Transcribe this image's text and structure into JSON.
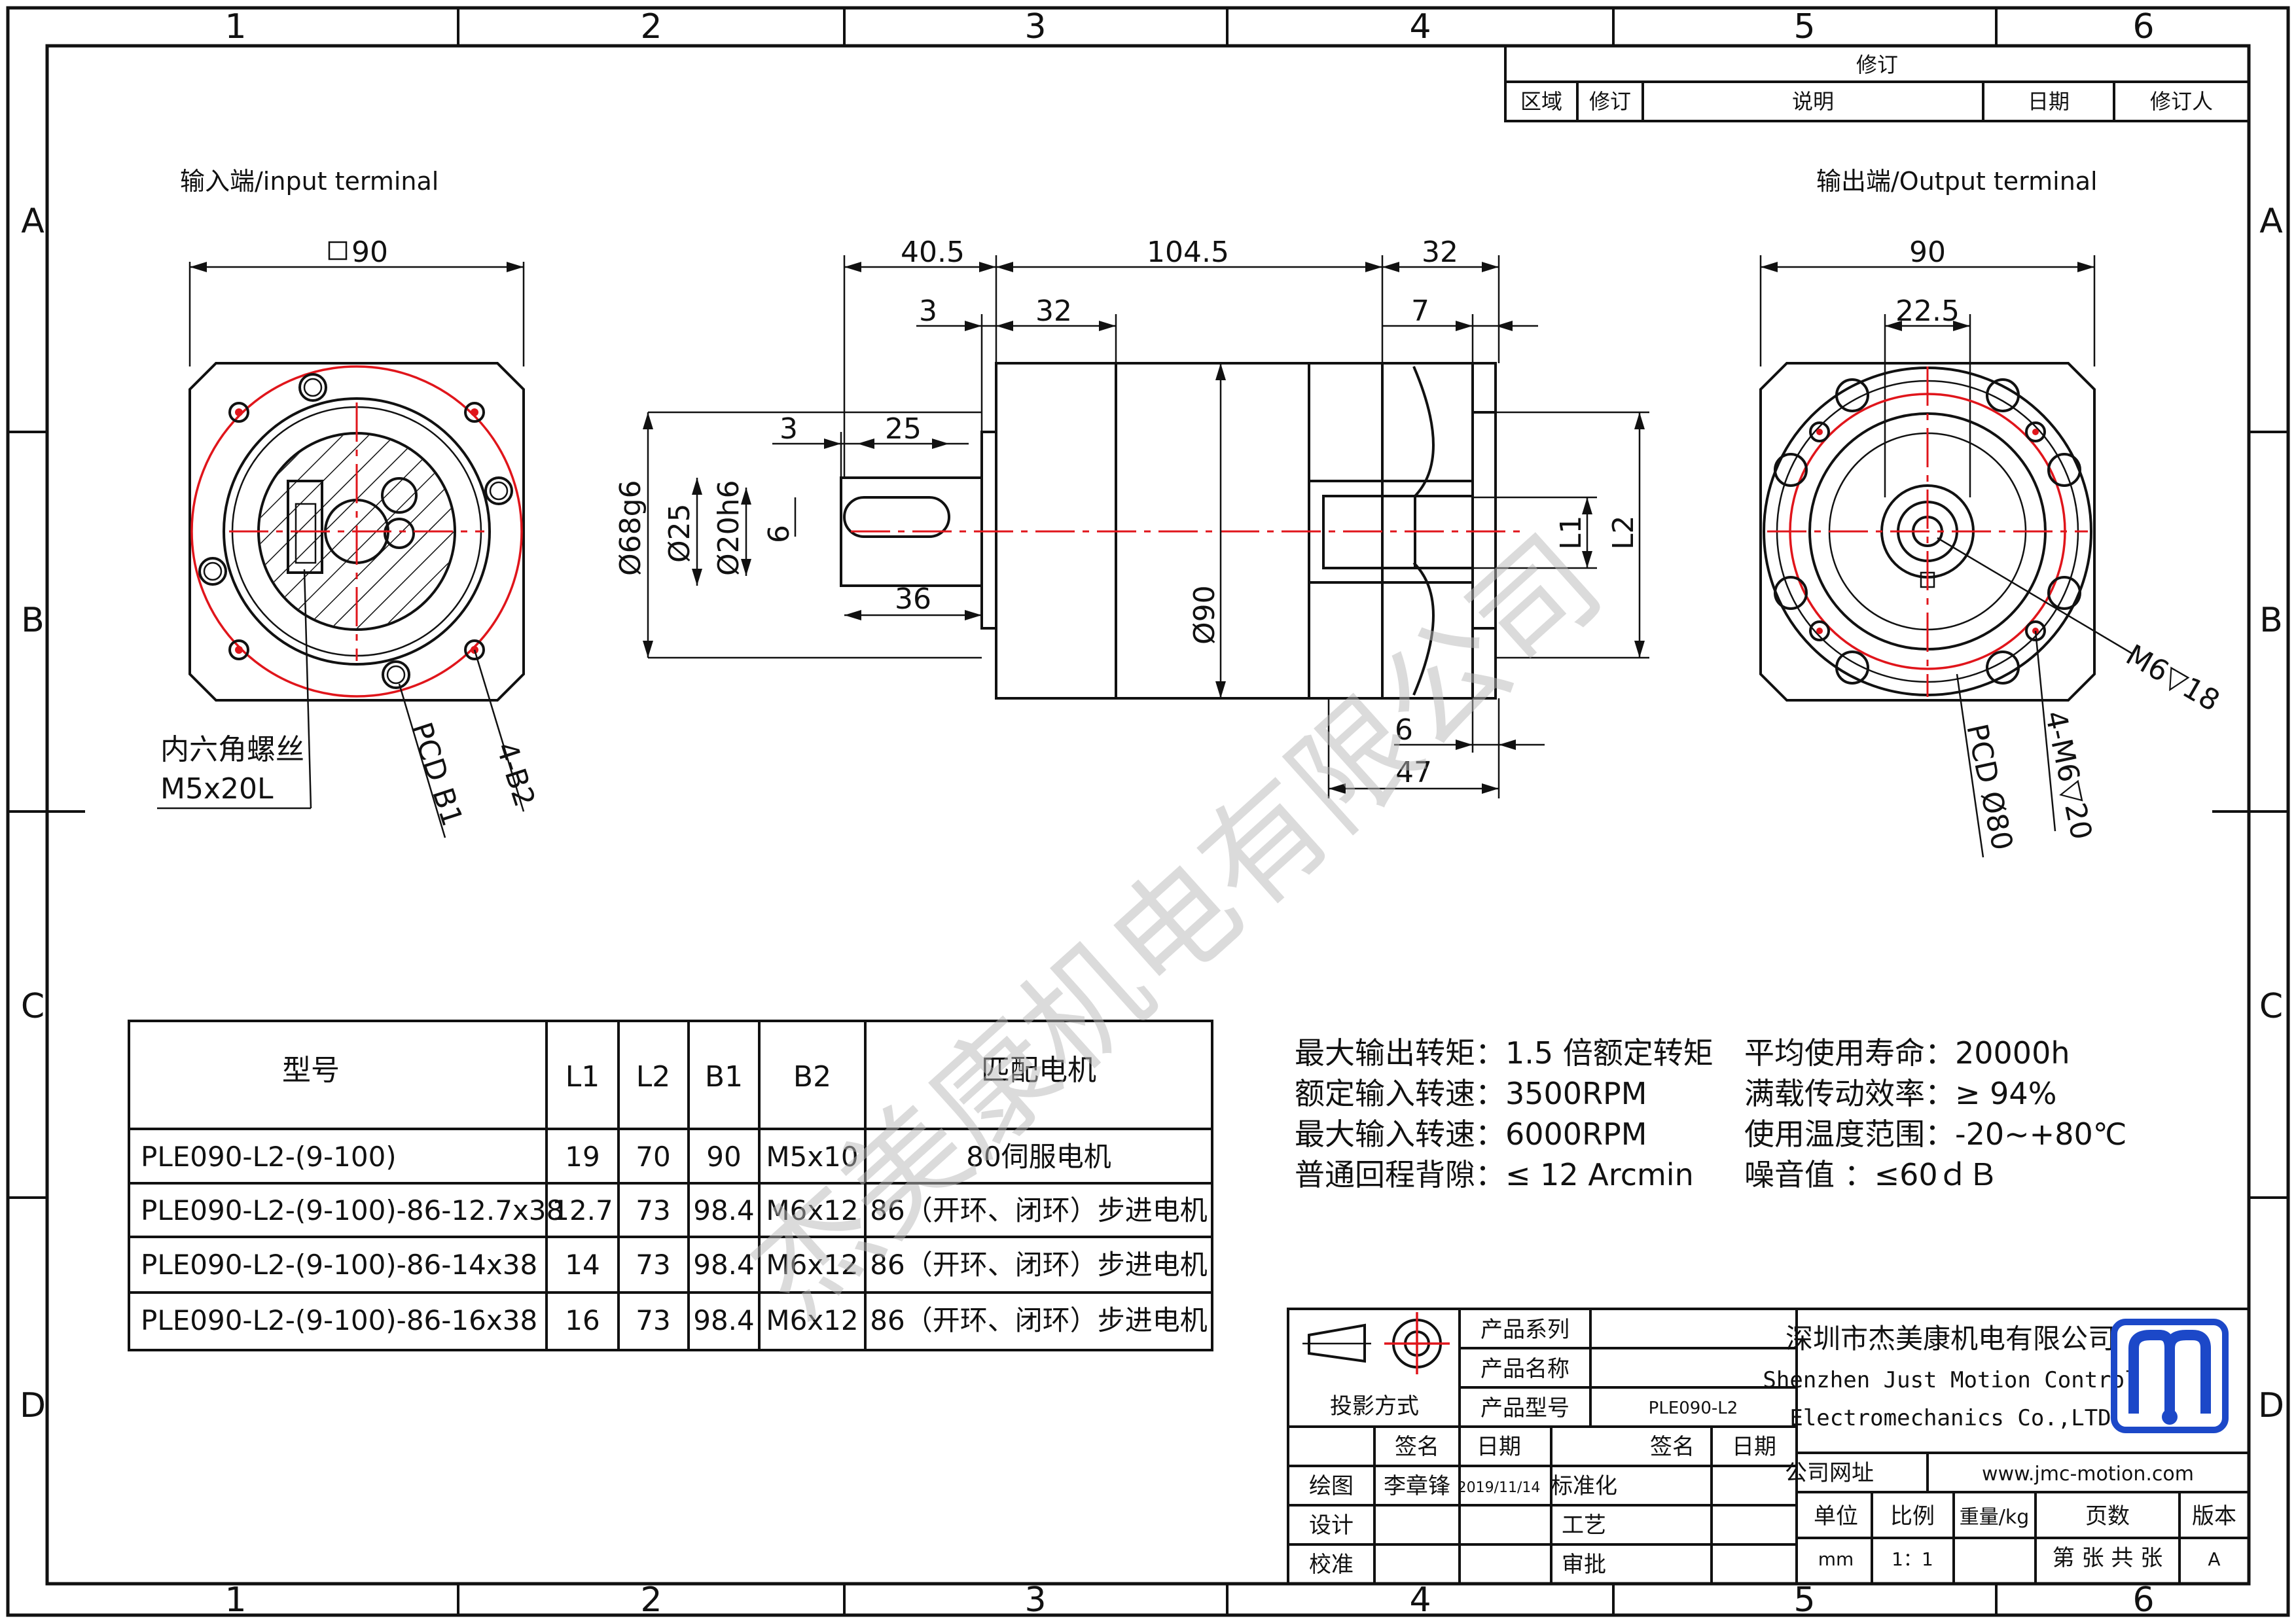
{
  "border": {
    "columns": [
      "1",
      "2",
      "3",
      "4",
      "5",
      "6"
    ],
    "rows": [
      "A",
      "B",
      "C",
      "D"
    ]
  },
  "revision_block": {
    "title": "修订",
    "headers": [
      "区域",
      "修订",
      "说明",
      "日期",
      "修订人"
    ]
  },
  "views": {
    "input_label": "输入端/input terminal",
    "output_label": "输出端/Output terminal",
    "input_square_dim": "90",
    "input_notes": {
      "screw_line1": "内六角螺丝",
      "screw_line2": "M5x20L",
      "pcd_label": "PCD B1",
      "holes_label": "4-B2"
    },
    "side_dims": {
      "d40_5": "40.5",
      "d104_5": "104.5",
      "d32_top": "32",
      "d3_a": "3",
      "d32_mid": "32",
      "d7": "7",
      "d3_b": "3",
      "d25": "25",
      "d6_key": "6",
      "d36": "36",
      "dia68g6": "Ø68g6",
      "dia25": "Ø25",
      "dia20h6": "Ø20h6",
      "dia90": "Ø90",
      "L1": "L1",
      "L2": "L2",
      "d6_bottom": "6",
      "d47": "47"
    },
    "output_dims": {
      "d90": "90",
      "d22_5": "22.5",
      "m6_thread": "M6▽18",
      "pcd": "PCD Ø80",
      "holes": "4-M6▽20"
    }
  },
  "model_table": {
    "headers": [
      "型号",
      "L1",
      "L2",
      "B1",
      "B2",
      "匹配电机"
    ],
    "rows": [
      [
        "PLE090-L2-(9-100)",
        "19",
        "70",
        "90",
        "M5x10",
        "80伺服电机"
      ],
      [
        "PLE090-L2-(9-100)-86-12.7x38",
        "12.7",
        "73",
        "98.4",
        "M6x12",
        "86（开环、闭环）步进电机"
      ],
      [
        "PLE090-L2-(9-100)-86-14x38",
        "14",
        "73",
        "98.4",
        "M6x12",
        "86（开环、闭环）步进电机"
      ],
      [
        "PLE090-L2-(9-100)-86-16x38",
        "16",
        "73",
        "98.4",
        "M6x12",
        "86（开环、闭环）步进电机"
      ]
    ]
  },
  "specs": {
    "left": [
      "最大输出转矩：1.5 倍额定转矩",
      "额定输入转速：3500RPM",
      "最大输入转速：6000RPM",
      "普通回程背隙：≤ 12 Arcmin"
    ],
    "right": [
      "平均使用寿命：20000h",
      "满载传动效率：≥   94%",
      "使用温度范围：-20~+80℃",
      "噪音值         ：≤60ｄＢ"
    ]
  },
  "title_block": {
    "projection": "投影方式",
    "product_series_label": "产品系列",
    "product_name_label": "产品名称",
    "product_model_label": "产品型号",
    "product_model": "PLE090-L2",
    "sign_label": "签名",
    "date_label": "日期",
    "draw_label": "绘图",
    "draw_name": "李章锋",
    "draw_date": "2019/11/14",
    "design_label": "设计",
    "check_label": "校准",
    "standard_label": "标准化",
    "process_label": "工艺",
    "approve_label": "审批",
    "sign_label2": "签名",
    "date_label2": "日期",
    "company_cn": "深圳市杰美康机电有限公司",
    "company_en1": "Shenzhen Just Motion Control",
    "company_en2": "Electromechanics Co.,LTD",
    "website_label": "公司网址",
    "website": "www.jmc-motion.com",
    "unit_label": "单位",
    "scale_label": "比例",
    "weight_label": "重量/kg",
    "pages_label": "页数",
    "version_label": "版本",
    "unit": "mm",
    "scale": "1：1",
    "pages": "第 张 共 张",
    "version": "A"
  },
  "watermark": "杰美康机电有限公司",
  "colors": {
    "red": "#e0151b",
    "logo_blue": "#1c48c8"
  }
}
